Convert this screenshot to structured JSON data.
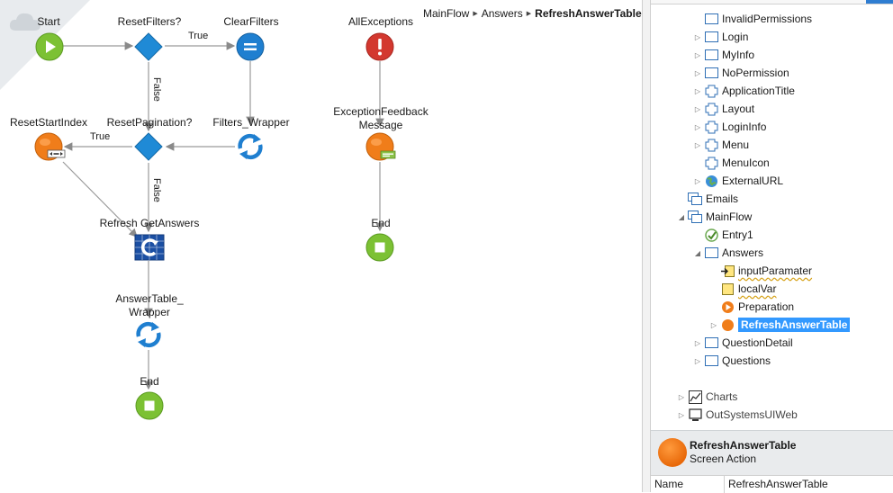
{
  "breadcrumb": {
    "items": [
      "MainFlow",
      "Answers"
    ],
    "current": "RefreshAnswerTable"
  },
  "flow": {
    "nodes": {
      "start": "Start",
      "reset_filters": "ResetFilters?",
      "clear_filters": "ClearFilters",
      "all_exceptions": "AllExceptions",
      "reset_start_index": "ResetStartIndex",
      "reset_pagination": "ResetPagination?",
      "filters_wrapper": "Filters_Wrapper",
      "exception_feedback": "ExceptionFeedback Message",
      "refresh_get_answers": "Refresh GetAnswers",
      "answer_table_wrapper": "AnswerTable_ Wrapper",
      "end_main": "End",
      "end_exception": "End"
    },
    "edges": {
      "true_1": "True",
      "false_1": "False",
      "true_2": "True",
      "false_2": "False"
    }
  },
  "tree": {
    "items": [
      {
        "label": "InvalidPermissions",
        "icon": "screen-icon"
      },
      {
        "label": "Login",
        "icon": "screen-icon"
      },
      {
        "label": "MyInfo",
        "icon": "screen-icon"
      },
      {
        "label": "NoPermission",
        "icon": "screen-icon"
      },
      {
        "label": "ApplicationTitle",
        "icon": "block-icon"
      },
      {
        "label": "Layout",
        "icon": "block-icon"
      },
      {
        "label": "LoginInfo",
        "icon": "block-icon"
      },
      {
        "label": "Menu",
        "icon": "block-icon"
      },
      {
        "label": "MenuIcon",
        "icon": "block-icon"
      },
      {
        "label": "ExternalURL",
        "icon": "globe-icon"
      },
      {
        "label": "Emails",
        "icon": "flow-icon"
      },
      {
        "label": "MainFlow",
        "icon": "flow-icon"
      },
      {
        "label": "Entry1",
        "icon": "entry-icon"
      },
      {
        "label": "Answers",
        "icon": "screen-icon"
      },
      {
        "label": "inputParamater",
        "icon": "input-param-icon"
      },
      {
        "label": "localVar",
        "icon": "local-var-icon"
      },
      {
        "label": "Preparation",
        "icon": "preparation-icon"
      },
      {
        "label": "RefreshAnswerTable",
        "icon": "screen-action-icon"
      },
      {
        "label": "QuestionDetail",
        "icon": "screen-icon"
      },
      {
        "label": "Questions",
        "icon": "screen-icon"
      },
      {
        "label": "Charts",
        "icon": "chart-icon"
      },
      {
        "label": "OutSystemsUIWeb",
        "icon": "module-icon"
      }
    ]
  },
  "properties": {
    "name": "RefreshAnswerTable",
    "type": "Screen Action",
    "row_key": "Name",
    "row_value": "RefreshAnswerTable"
  },
  "colors": {
    "start_green": "#7cc134",
    "decision_blue": "#1f8ad6",
    "exception_red": "#d3382f",
    "action_orange": "#f07d1a",
    "selection_blue": "#3399ff"
  }
}
